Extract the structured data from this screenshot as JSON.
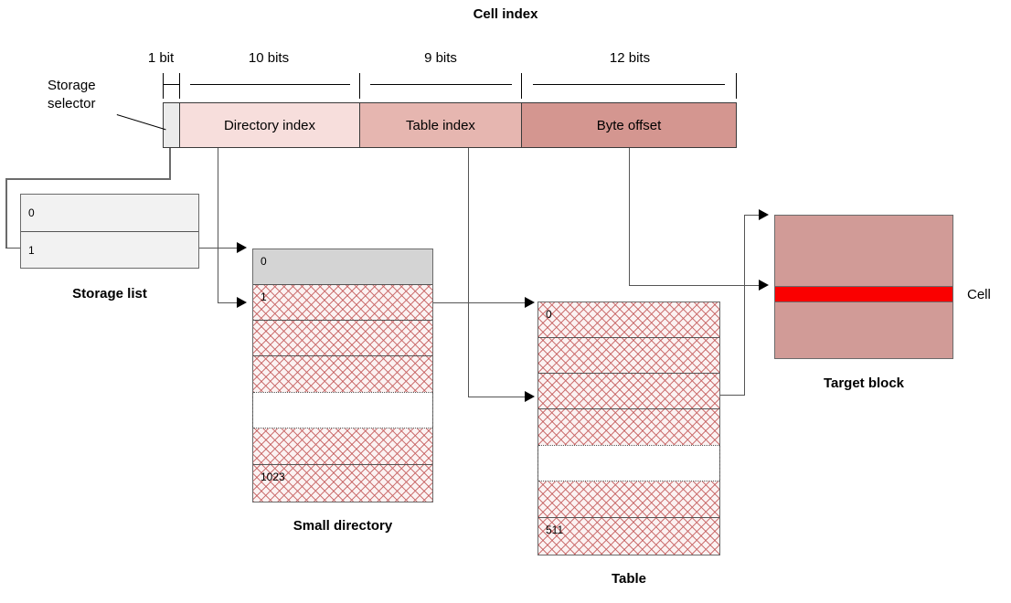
{
  "diagram": {
    "title": "Cell index",
    "bit_fields": [
      {
        "name": "storage-selector",
        "bits_label": "1 bit",
        "label": ""
      },
      {
        "name": "directory-index",
        "bits_label": "10 bits",
        "label": "Directory index"
      },
      {
        "name": "table-index",
        "bits_label": "9 bits",
        "label": "Table index"
      },
      {
        "name": "byte-offset",
        "bits_label": "12 bits",
        "label": "Byte offset"
      }
    ],
    "annotations": {
      "storage_selector": "Storage\nselector",
      "storage_selector_line1": "Storage",
      "storage_selector_line2": "selector",
      "cell": "Cell"
    },
    "structures": [
      {
        "key": "storage_list",
        "caption": "Storage list",
        "rows": [
          "0",
          "1"
        ]
      },
      {
        "key": "small_directory",
        "caption": "Small directory",
        "rows": [
          "0",
          "1",
          "",
          "",
          "",
          "",
          "1023"
        ]
      },
      {
        "key": "table",
        "caption": "Table",
        "rows": [
          "0",
          "",
          "",
          "",
          "",
          "",
          "511"
        ]
      },
      {
        "key": "target_block",
        "caption": "Target block",
        "rows": [
          "",
          "",
          ""
        ]
      }
    ],
    "colors": {
      "storage_selector_fill": "#ebebeb",
      "directory_index_fill": "#f7dedc",
      "table_index_fill": "#e6b6b0",
      "byte_offset_fill": "#d49690",
      "target_block_fill": "#d19b97",
      "cell_fill": "#fa0000",
      "row_gray_fill": "#d4d4d4",
      "row_plain_fill": "#f2f2f2",
      "hatch_stroke": "#c55e5e",
      "outline": "#6b6b6b",
      "connector": "#555555"
    }
  }
}
